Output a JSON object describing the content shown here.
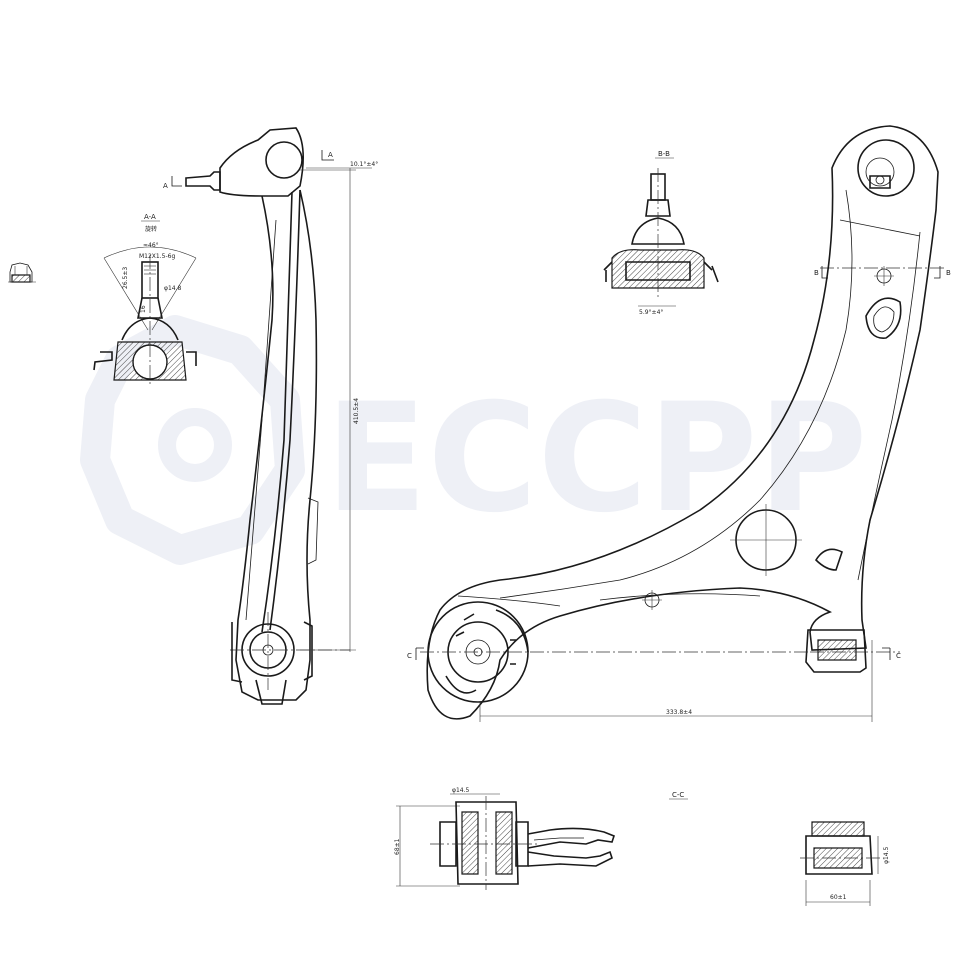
{
  "watermark": {
    "text": "ECCPP",
    "color": "#eef0f6"
  },
  "section_labels": {
    "aa_title": "A-A",
    "aa_sub": "旋转",
    "bb_title": "B-B",
    "cc_title": "C-C",
    "a_left": "A",
    "a_right": "A",
    "b_left": "B",
    "b_right": "B",
    "c_left": "C",
    "c_right": "C"
  },
  "dimensions": {
    "angle_top": "10.1°±4°",
    "height_side": "410.5±4",
    "span_bottom": "333.8±4",
    "cone_angle": "≈46°",
    "thread": "M12X1.5-6g",
    "stud_len": "26.5±3",
    "stud_dia": "φ14.8",
    "stud_small": "16",
    "bb_angle": "5.9°±4°",
    "cc_dia": "φ14.5",
    "cc_height": "68±1",
    "cc_width": "60±1",
    "cc_bore": "φ14.5"
  }
}
